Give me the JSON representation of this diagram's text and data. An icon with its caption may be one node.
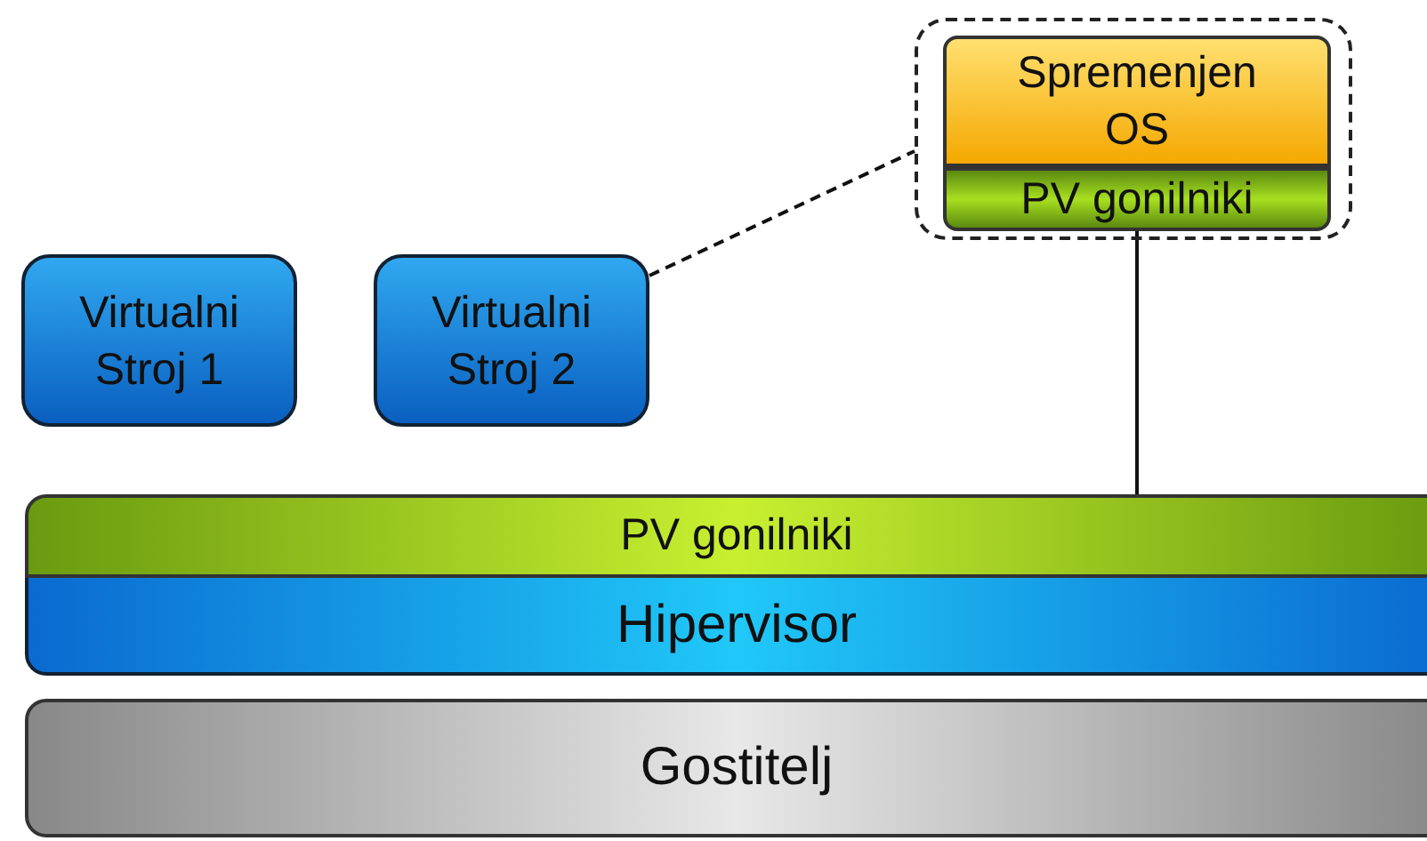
{
  "diagram": {
    "nodes": [
      {
        "text": [],
        "shape": "box"
      },
      {
        "text": [
          "Spremenjen OS"
        ],
        "in": 0
      },
      {
        "text": [
          "PV gonilniki"
        ],
        "in": 0
      },
      {
        "text": [
          "Virtualni Stroj 1"
        ]
      },
      {
        "text": [
          "Virtualni Stroj 2"
        ]
      },
      {
        "text": [
          "PV gonilniki"
        ]
      },
      {
        "text": [
          "Hipervisor"
        ]
      },
      {
        "text": [
          "Gostitelj"
        ]
      }
    ],
    "edges": [
      {
        "from": 4,
        "to": 0,
        "arrow": "none",
        "style": "dashed"
      },
      {
        "from": 2,
        "to": 5,
        "arrow": "none"
      }
    ]
  }
}
